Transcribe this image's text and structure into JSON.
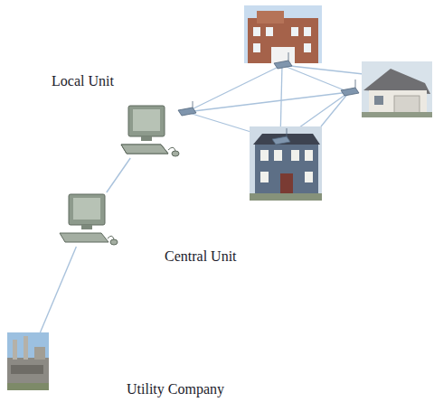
{
  "diagram": {
    "nodes": [
      {
        "text": [
          "Local Unit"
        ]
      },
      {
        "text": [
          "Central Unit"
        ]
      },
      {
        "text": [
          "Utility Company"
        ]
      }
    ],
    "edges": [
      {
        "from": 2,
        "to": 1,
        "arrow": "none"
      },
      {
        "from": 1,
        "to": 0,
        "arrow": "none"
      }
    ]
  }
}
